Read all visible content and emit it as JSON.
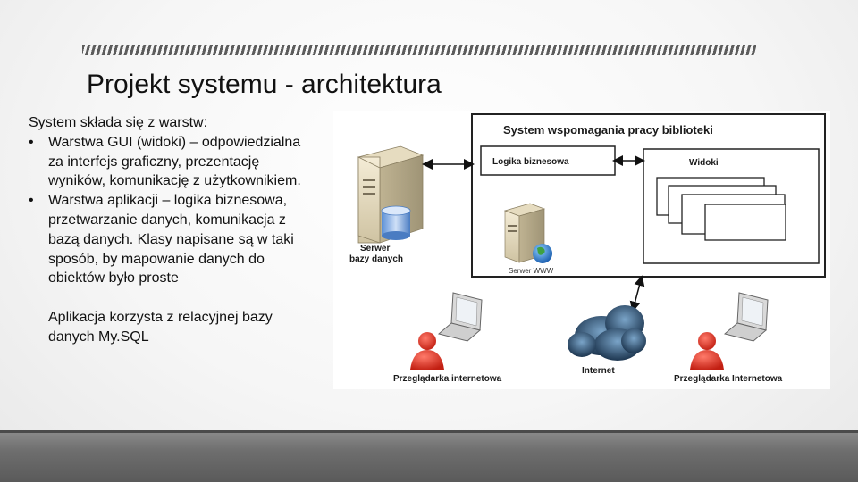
{
  "slide": {
    "title": "Projekt systemu - architektura",
    "intro": "System składa się z warstw:",
    "bullets": [
      {
        "marker": "•",
        "text": "Warstwa GUI (widoki) – odpowiedzialna za interfejs graficzny, prezentację wyników, komunikację z użytkownikiem."
      },
      {
        "marker": "•",
        "text": "Warstwa aplikacji – logika biznesowa, przetwarzanie danych, komunikacja z bazą danych. Klasy napisane są w taki sposób, by mapowanie danych do obiektów było proste"
      }
    ],
    "footer": "Aplikacja korzysta z relacyjnej bazy danych My.SQL"
  },
  "diagram": {
    "system_title": "System wspomagania pracy biblioteki",
    "business_logic": "Logika biznesowa",
    "views": "Widoki",
    "db_server_line1": "Serwer",
    "db_server_line2": "bazy danych",
    "www_server": "Serwer WWW",
    "internet": "Internet",
    "browser_left": "Przeglądarka internetowa",
    "browser_right": "Przeglądarka Internetowa",
    "icons": [
      "database-server-icon",
      "database-cylinder-icon",
      "web-server-icon",
      "globe-icon",
      "cloud-icon",
      "laptop-icon",
      "user-icon"
    ]
  }
}
